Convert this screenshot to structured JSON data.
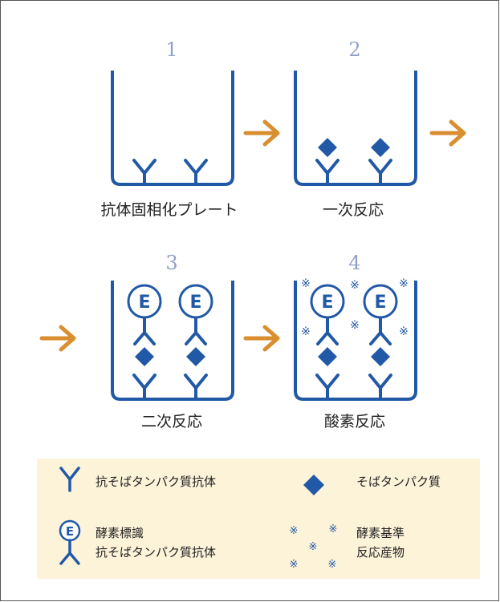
{
  "steps": [
    {
      "number": "1",
      "caption": "抗体固相化プレート"
    },
    {
      "number": "2",
      "caption": "一次反応"
    },
    {
      "number": "3",
      "caption": "二次反応"
    },
    {
      "number": "4",
      "caption": "酸素反応"
    }
  ],
  "enzyme_letter": "E",
  "substrate_symbol": "※",
  "legend": {
    "antibody": "抗そばタンパク質抗体",
    "protein": "そばタンパク質",
    "enzyme_antibody_line1": "酵素標識",
    "enzyme_antibody_line2": "抗そばタンパク質抗体",
    "substrate_line1": "酵素基準",
    "substrate_line2": "反応産物"
  },
  "colors": {
    "accent_blue": "#2259a6",
    "step_number": "#8fa0c8",
    "arrow": "#d98e2f",
    "legend_bg": "#fdf3d9"
  }
}
